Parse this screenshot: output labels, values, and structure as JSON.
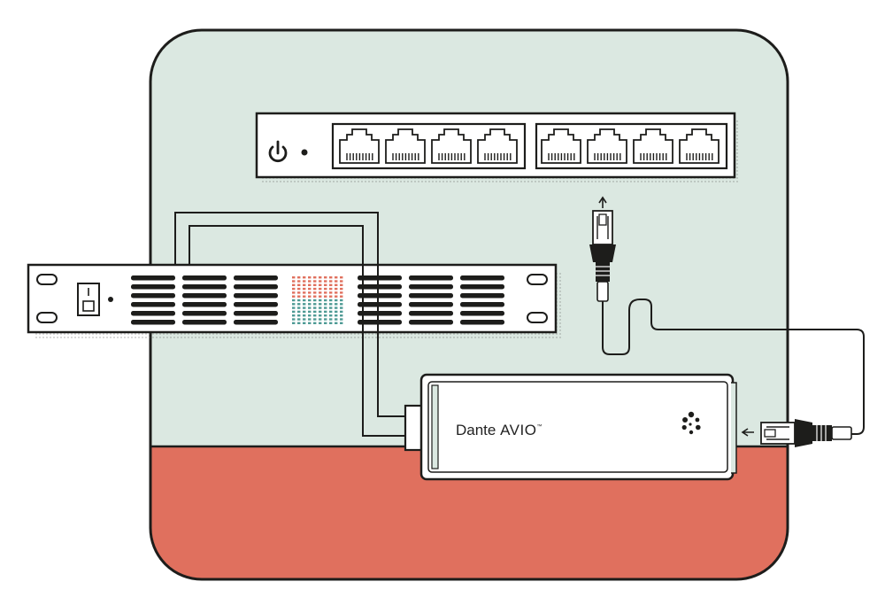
{
  "device": {
    "brand": "Dante",
    "model": "AVIO",
    "trademark": "™"
  },
  "colors": {
    "background_top": "#dbe8e1",
    "background_bottom": "#e0705e",
    "outline": "#1d1d1b",
    "device_fill": "#ffffff",
    "meter_red": "#e0705e",
    "meter_teal": "#4f9b95"
  },
  "icons": {
    "switch_power": "power-icon",
    "dante_logo": "dante-burst-icon"
  },
  "switch_ports": 8,
  "meter_columns": 10
}
